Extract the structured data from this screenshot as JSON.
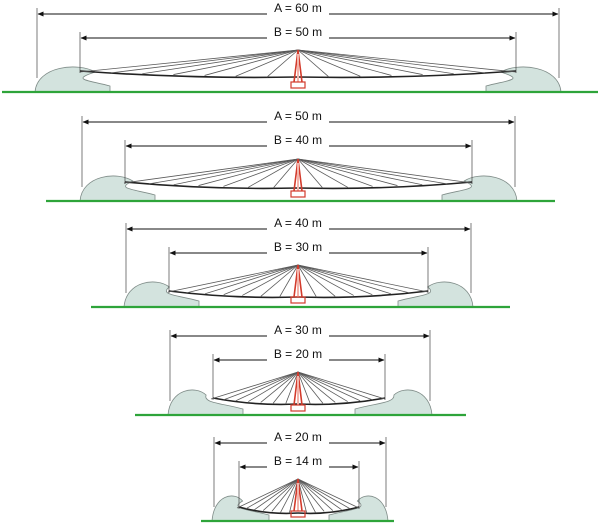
{
  "colors": {
    "ground": "#2ea43a",
    "mound_fill": "#d3e3de",
    "mound_stroke": "#7f8c88",
    "boom": "#222222",
    "cable": "#5a5a5a",
    "tower_outer": "#d33b2c",
    "tower_inner": "#f3b4ab",
    "dimension": "#111111"
  },
  "rows": [
    {
      "a_label": "A = 60 m",
      "b_label": "B = 50 m"
    },
    {
      "a_label": "A = 50 m",
      "b_label": "B = 40 m"
    },
    {
      "a_label": "A = 40 m",
      "b_label": "B = 30 m"
    },
    {
      "a_label": "A = 30 m",
      "b_label": "B = 20 m"
    },
    {
      "a_label": "A = 20 m",
      "b_label": "B = 14 m"
    }
  ]
}
